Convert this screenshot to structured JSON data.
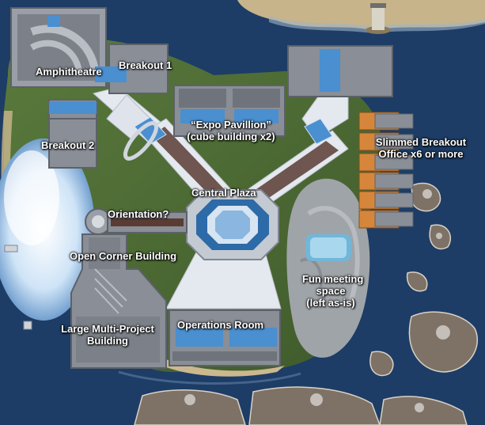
{
  "colors": {
    "ocean": "#1d3d66",
    "island_grass": "#4d6b34",
    "sand": "#cbb88e",
    "building_roof": "#8a8e96",
    "walkway": "#e4e8ef",
    "glass": "#3f7fc0",
    "label_text": "#ffffff"
  },
  "labels": {
    "amphitheatre": "Amphitheatre",
    "breakout_1": "Breakout 1",
    "breakout_2": "Breakout 2",
    "expo_pavillion": [
      "“Expo Pavillion”",
      "(cube building x2)"
    ],
    "central_plaza": "Central Plaza",
    "slimmed_breakout": [
      "Slimmed Breakout",
      "Office x6 or more"
    ],
    "orientation": "Orientation?",
    "open_corner": "Open Corner Building",
    "fun_meeting": [
      "Fun meeting",
      "space",
      "(left as-is)"
    ],
    "large_multi_project": [
      "Large Multi-Project",
      "Building"
    ],
    "operations_room": "Operations Room"
  }
}
